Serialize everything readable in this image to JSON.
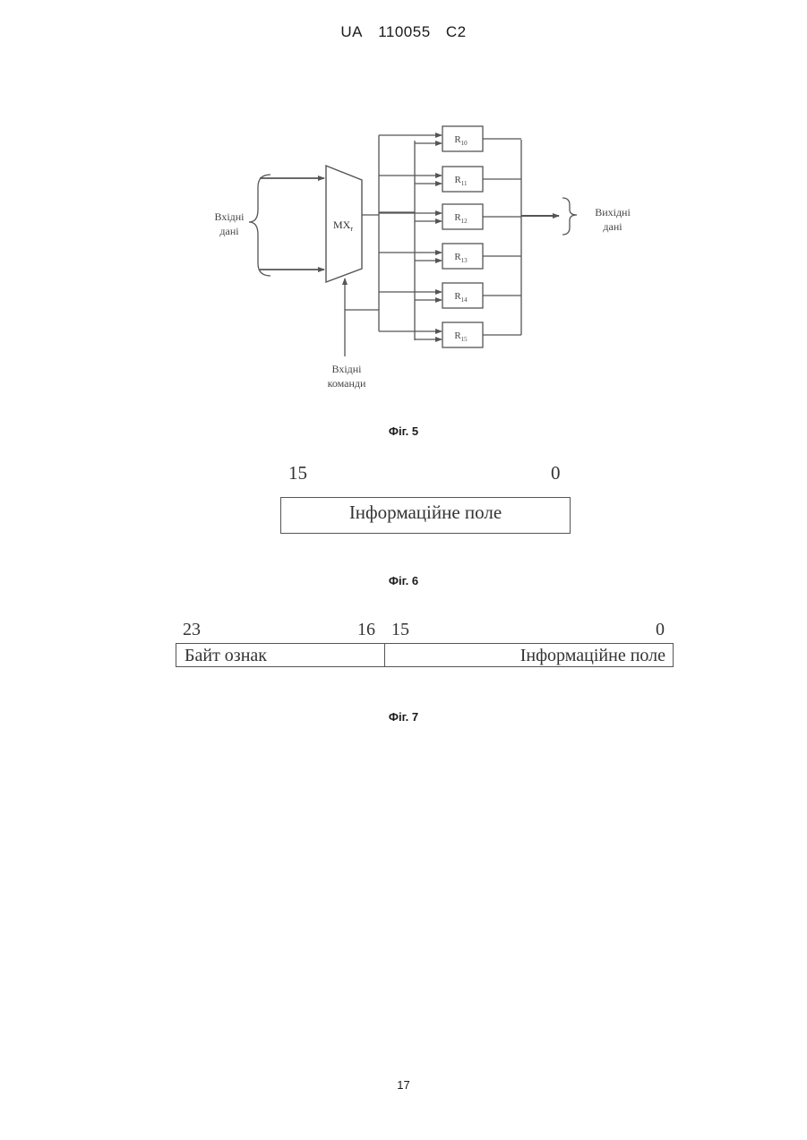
{
  "header": {
    "country": "UA",
    "number": "110055",
    "kind": "C2"
  },
  "fig5": {
    "input_data_label": [
      "Вхідні",
      "дані"
    ],
    "mux_label": "MX",
    "mux_subscript": "r",
    "registers": [
      {
        "name": "R",
        "sub": "10"
      },
      {
        "name": "R",
        "sub": "11"
      },
      {
        "name": "R",
        "sub": "12"
      },
      {
        "name": "R",
        "sub": "13"
      },
      {
        "name": "R",
        "sub": "14"
      },
      {
        "name": "R",
        "sub": "15"
      }
    ],
    "output_data_label": [
      "Вихідні",
      "дані"
    ],
    "input_commands_label": [
      "Вхідні",
      "команди"
    ],
    "caption": "Фіг. 5"
  },
  "fig6": {
    "bit_high": "15",
    "bit_low": "0",
    "field_label": "Інформаційне поле",
    "caption": "Фіг. 6"
  },
  "fig7": {
    "bit_23": "23",
    "bit_16": "16",
    "bit_15": "15",
    "bit_0": "0",
    "left_field_label": "Байт ознак",
    "right_field_label": "Інформаційне поле",
    "caption": "Фіг. 7"
  },
  "page_number": "17"
}
